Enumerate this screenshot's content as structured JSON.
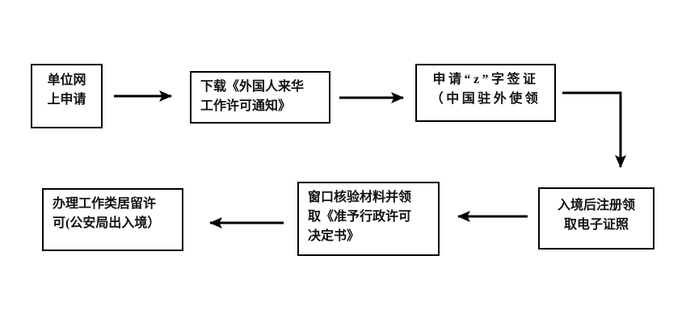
{
  "diagram": {
    "type": "flowchart",
    "background_color": "#ffffff",
    "line_color": "#000000",
    "text_color": "#111111",
    "nodes": [
      {
        "id": "apply-online",
        "lines": [
          "单位网",
          "上申请"
        ]
      },
      {
        "id": "download-notice",
        "lines": [
          "下载《外国人来华",
          "工作许可通知》"
        ]
      },
      {
        "id": "z-visa",
        "lines": [
          "申请“z”字签证",
          "（中国驻外使领"
        ]
      },
      {
        "id": "register-epermit",
        "lines": [
          "入境后注册领",
          "取电子证照"
        ]
      },
      {
        "id": "window-verify",
        "lines": [
          "窗口核验材料并领",
          "取《准予行政许可",
          "决定书》"
        ]
      },
      {
        "id": "residence-permit",
        "lines": [
          "办理工作类居留许",
          "可(公安局出入境）"
        ]
      }
    ],
    "edges": [
      {
        "from": "apply-online",
        "to": "download-notice"
      },
      {
        "from": "download-notice",
        "to": "z-visa"
      },
      {
        "from": "z-visa",
        "to": "register-epermit"
      },
      {
        "from": "register-epermit",
        "to": "window-verify"
      },
      {
        "from": "window-verify",
        "to": "residence-permit"
      }
    ]
  }
}
